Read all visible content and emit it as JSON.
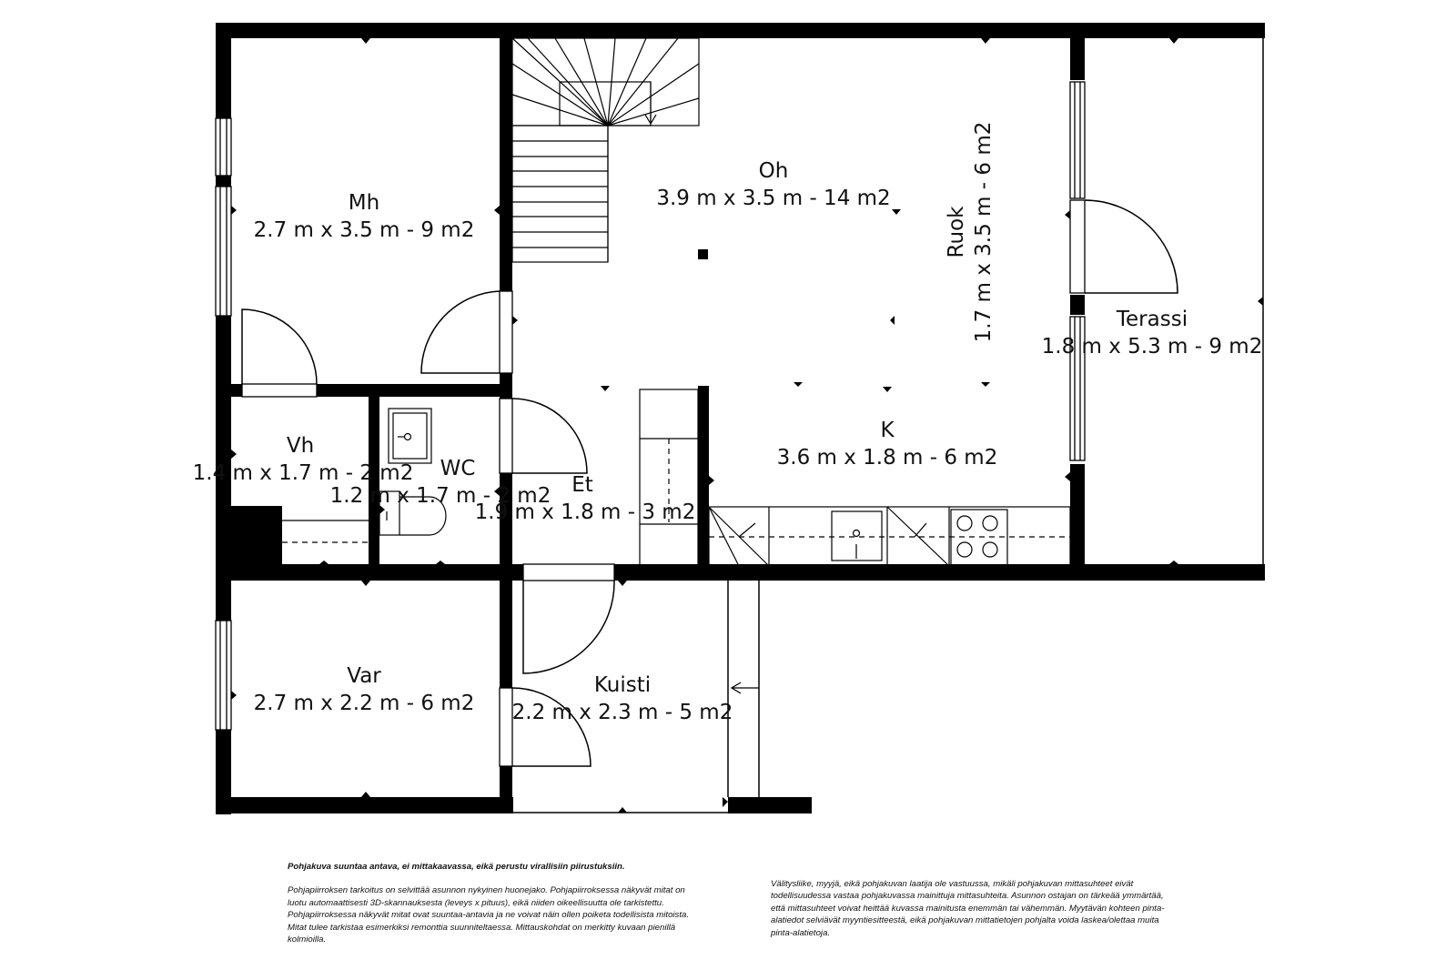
{
  "rooms": {
    "mh": {
      "name": "Mh",
      "dims": "2.7 m x 3.5 m - 9 m2"
    },
    "oh": {
      "name": "Oh",
      "dims": "3.9 m x 3.5 m - 14 m2"
    },
    "ruok": {
      "name": "Ruok",
      "dims": "1.7 m x 3.5 m - 6 m2"
    },
    "terassi": {
      "name": "Terassi",
      "dims": "1.8 m x 5.3 m - 9 m2"
    },
    "vh": {
      "name": "Vh",
      "dims": "1.4 m x 1.7 m - 2 m2"
    },
    "wc": {
      "name": "WC",
      "dims": "1.2 m x 1.7 m - 2 m2"
    },
    "et": {
      "name": "Et",
      "dims": "1.9 m x 1.8 m - 3 m2"
    },
    "k": {
      "name": "K",
      "dims": "3.6 m x 1.8 m - 6 m2"
    },
    "var": {
      "name": "Var",
      "dims": "2.7 m x 2.2 m - 6 m2"
    },
    "kuisti": {
      "name": "Kuisti",
      "dims": "2.2 m x 2.3 m - 5 m2"
    }
  },
  "disclaimer": {
    "heading": "Pohjakuva suuntaa antava, ei mittakaavassa, eikä perustu virallisiin piirustuksiin.",
    "left_text": "Pohjapiirroksen tarkoitus on selvittää asunnon nykyinen huonejako. Pohjapiirroksessa näkyvät mitat on luotu automaattisesti 3D-skannauksesta (leveys x pituus), eikä niiden oikeellisuutta ole tarkistettu. Pohjapiirroksessa näkyvät mitat ovat suuntaa-antavia ja ne voivat näin ollen poiketa todellisista mitoista. Mitat tulee tarkistaa esimerkiksi remonttia suunniteltaessa. Mittauskohdat on merkitty kuvaan pienillä kolmioilla.",
    "right_text": "Välitysliike, myyjä, eikä pohjakuvan laatija ole vastuussa, mikäli pohjakuvan mittasuhteet eivät todellisuudessa vastaa pohjakuvassa mainittuja mittasuhteita. Asunnon ostajan on tärkeää ymmärtää, että mittasuhteet voivat heittää kuvassa mainitusta enemmän tai vähemmän. Myytävän kohteen pinta-alatiedot selviävät myyntiesitteestä, eikä pohjakuvan mittatietojen pohjalta voida laskea/olettaa muita pinta-alatietoja."
  }
}
